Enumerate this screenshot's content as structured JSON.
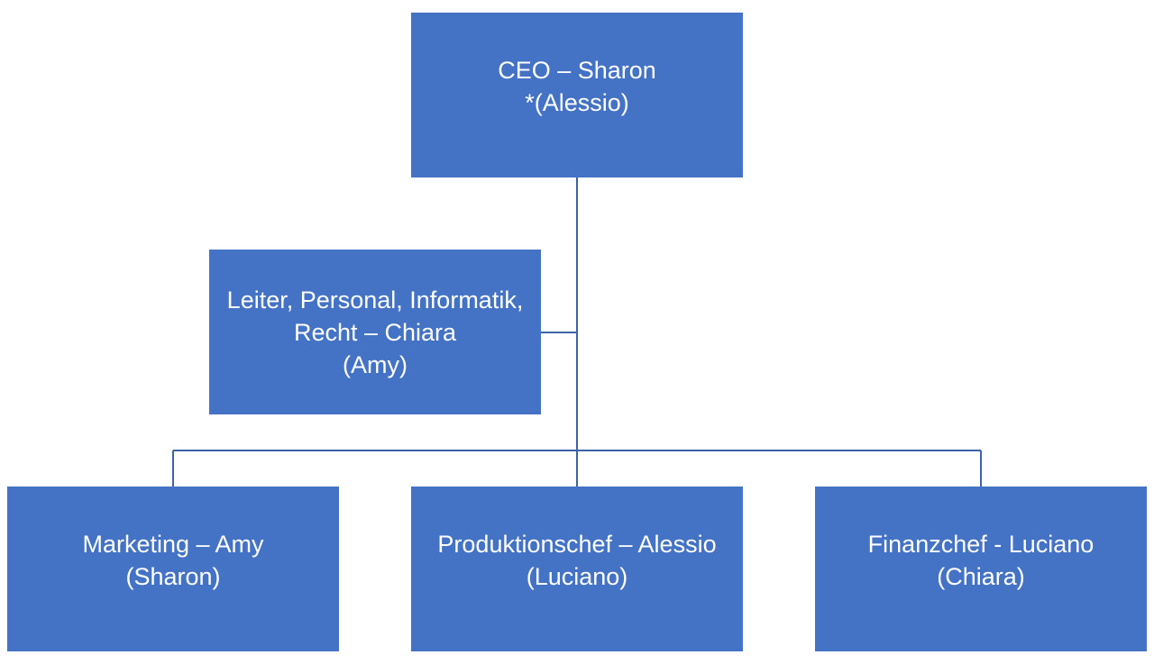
{
  "org_chart": {
    "ceo": {
      "line1": "CEO – Sharon",
      "line2": "*(Alessio)"
    },
    "assistant": {
      "line1": "Leiter, Personal, Informatik,",
      "line2": "Recht – Chiara",
      "line3": "(Amy)"
    },
    "marketing": {
      "line1": "Marketing – Amy",
      "line2": "(Sharon)"
    },
    "production": {
      "line1": "Produktionschef – Alessio",
      "line2": "(Luciano)"
    },
    "finance": {
      "line1": "Finanzchef - Luciano",
      "line2": "(Chiara)"
    }
  },
  "colors": {
    "node_fill": "#4472C4",
    "node_text": "#FFFFFF",
    "connector": "#3C63A8"
  }
}
